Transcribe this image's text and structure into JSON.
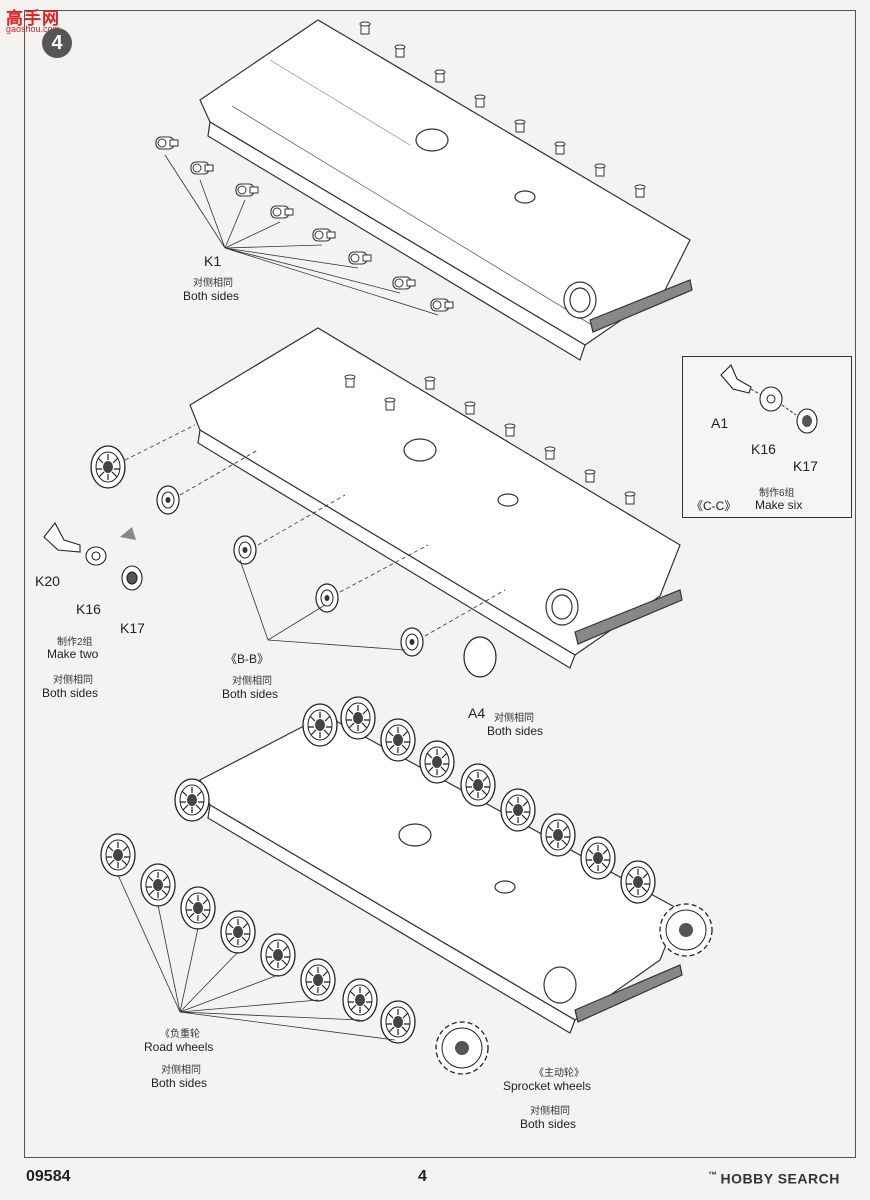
{
  "watermark": {
    "logo": "高手网",
    "url": "gaoshou.com"
  },
  "step_number": "4",
  "callouts": {
    "k1": {
      "part": "K1",
      "cn": "对侧相同",
      "en": "Both sides"
    },
    "inset": {
      "a1": "A1",
      "k16": "K16",
      "k17": "K17",
      "section": "《C-C》",
      "cn": "制作6组",
      "en": "Make six"
    },
    "left": {
      "k20": "K20",
      "k16": "K16",
      "k17": "K17",
      "cn": "制作2组",
      "en": "Make two",
      "cn2": "对侧相同",
      "en2": "Both sides"
    },
    "bb": {
      "section": "《B-B》",
      "cn": "对侧相同",
      "en": "Both sides"
    },
    "a4": {
      "part": "A4",
      "cn": "对侧相同",
      "en": "Both sides"
    },
    "road": {
      "cn_title": "《负重轮",
      "en": "Road wheels",
      "cn": "对侧相同",
      "en2": "Both sides"
    },
    "sprocket": {
      "cn_title": "《主动轮》",
      "en": "Sprocket wheels",
      "cn": "对侧相同",
      "en2": "Both sides"
    }
  },
  "footer": {
    "code": "09584",
    "page": "4",
    "brand_symbol": "™",
    "brand": "HOBBY SEARCH"
  }
}
